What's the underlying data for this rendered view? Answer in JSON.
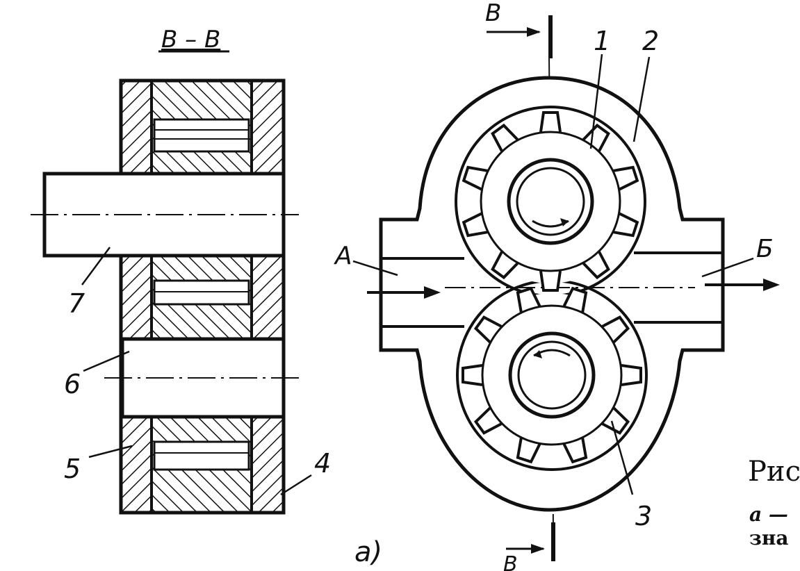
{
  "section_label": "B – B",
  "section_mark_top": "B",
  "section_mark_bottom": "B",
  "parts": {
    "p1": "1",
    "p2": "2",
    "p3": "3",
    "p4": "4",
    "p5": "5",
    "p6": "6",
    "p7": "7"
  },
  "flow": {
    "inlet": "А",
    "outlet": "Б"
  },
  "view_label": "а)",
  "caption": {
    "line1": "Рис",
    "line2": "а —",
    "line3": "зна"
  }
}
